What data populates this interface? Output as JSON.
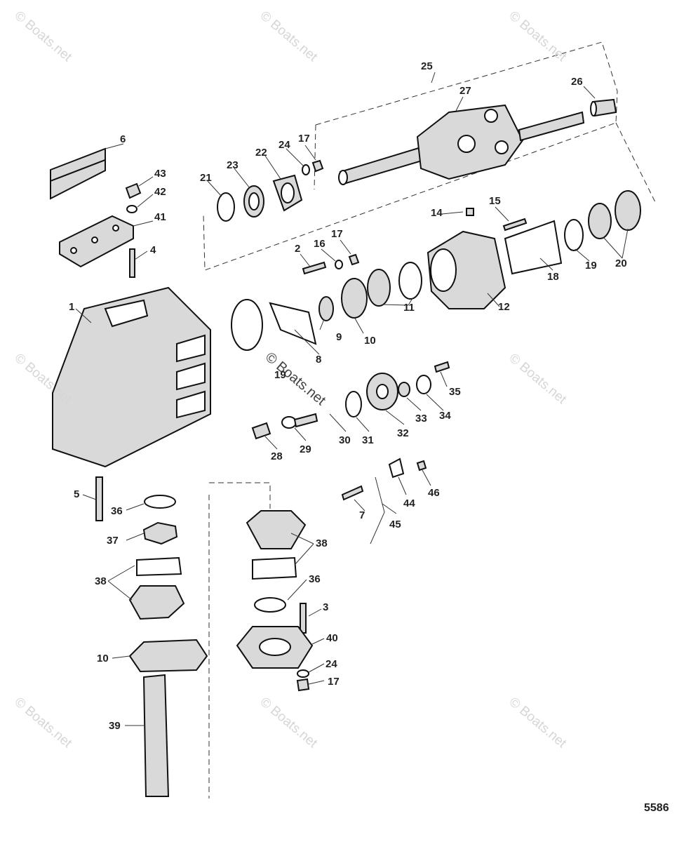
{
  "watermarks": {
    "corner": "© Boats.net",
    "center": "© Boats.net"
  },
  "figure_number": "5586",
  "callouts": [
    "1",
    "2",
    "3",
    "4",
    "5",
    "6",
    "7",
    "8",
    "9",
    "10",
    "10",
    "11",
    "12",
    "14",
    "15",
    "16",
    "17",
    "17",
    "17",
    "18",
    "19",
    "20",
    "21",
    "22",
    "23",
    "24",
    "24",
    "25",
    "26",
    "27",
    "28",
    "29",
    "30",
    "31",
    "32",
    "33",
    "34",
    "35",
    "36",
    "36",
    "37",
    "38",
    "38",
    "39",
    "40",
    "41",
    "42",
    "43",
    "44",
    "45",
    "46",
    "19"
  ]
}
